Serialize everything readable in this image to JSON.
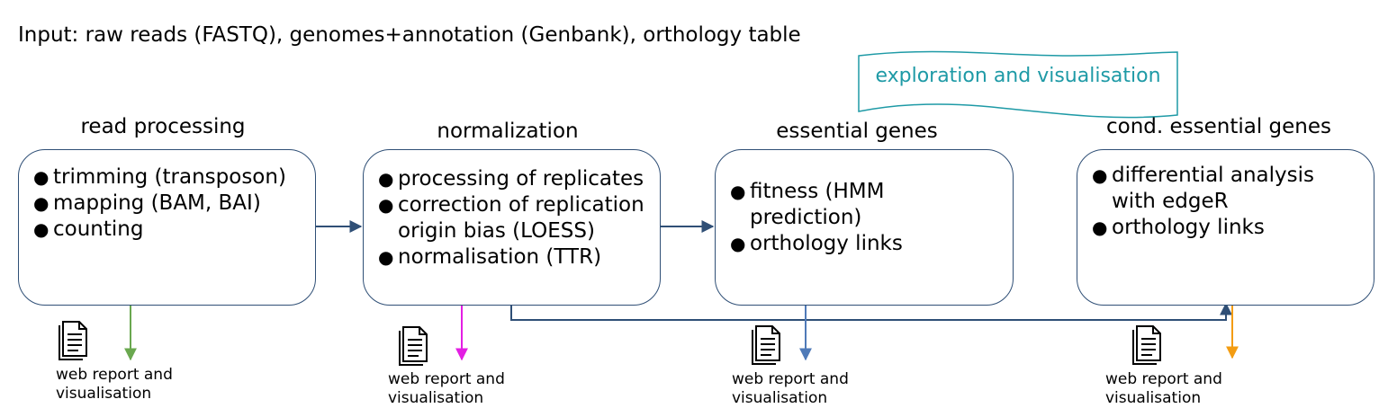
{
  "input_text": "Input: raw reads (FASTQ), genomes+annotation (Genbank), orthology table",
  "banner": {
    "label": "exploration and visualisation",
    "color": "#1e9aa6"
  },
  "colors": {
    "box_border": "#2f4f76",
    "flow_arrow": "#2f4f76"
  },
  "stages": [
    {
      "title": "read processing",
      "items": [
        "trimming (transposon)",
        "mapping (BAM, BAI)",
        "counting"
      ],
      "report": "web report and visualisation",
      "report_arrow_color": "#6aa84f"
    },
    {
      "title": "normalization",
      "items": [
        "processing of replicates",
        "correction of replication origin bias (LOESS)",
        "normalisation (TTR)"
      ],
      "report": "web report and visualisation",
      "report_arrow_color": "#e31ee3"
    },
    {
      "title": "essential genes",
      "items": [
        "fitness (HMM prediction)",
        "orthology links"
      ],
      "report": "web report and visualisation",
      "report_arrow_color": "#4f7ab8"
    },
    {
      "title": "cond. essential genes",
      "items": [
        "differential analysis with edgeR",
        "orthology links"
      ],
      "report": "web report and visualisation",
      "report_arrow_color": "#f39c12"
    }
  ]
}
